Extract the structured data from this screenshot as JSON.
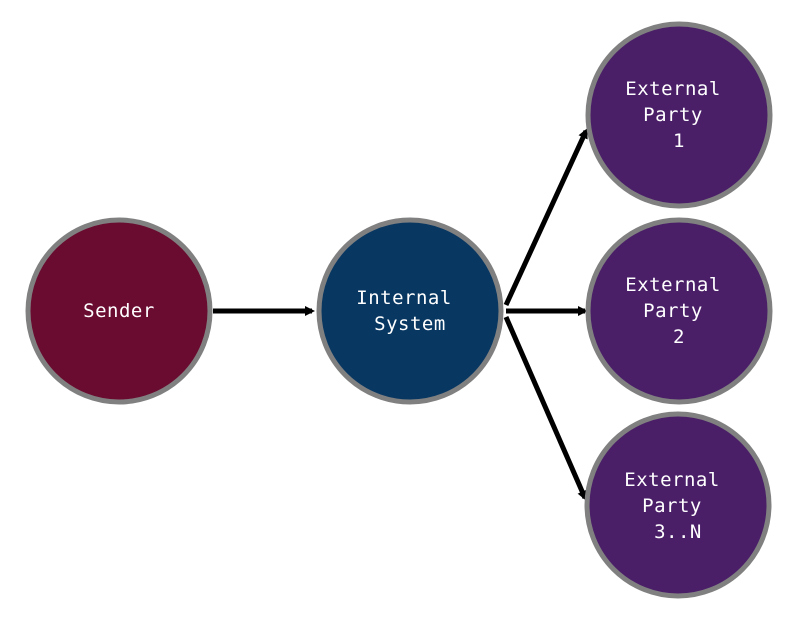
{
  "colors": {
    "sender": "#6a0b30",
    "internal": "#083762",
    "external": "#4a1f68",
    "border": "#808080",
    "edge": "#000000"
  },
  "nodes": {
    "sender": {
      "lines": [
        "Sender"
      ]
    },
    "internal": {
      "lines": [
        "Internal",
        "System"
      ]
    },
    "external1": {
      "lines": [
        "External",
        "Party",
        "1"
      ]
    },
    "external2": {
      "lines": [
        "External",
        "Party",
        "2"
      ]
    },
    "external3": {
      "lines": [
        "External",
        "Party",
        "3..N"
      ]
    }
  }
}
